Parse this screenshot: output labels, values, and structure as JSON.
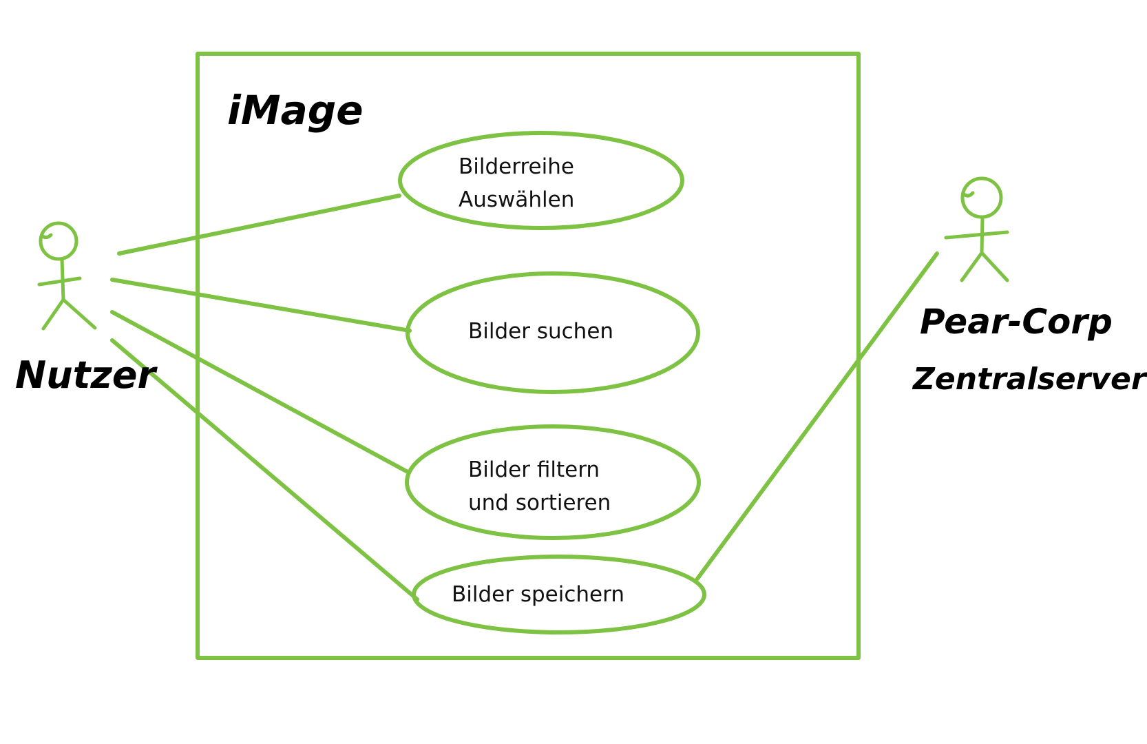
{
  "colors": {
    "line": "#7dc242",
    "text": "#111111",
    "handwriting": "#000000",
    "background": "#ffffff"
  },
  "system": {
    "name": "iMage"
  },
  "actors": {
    "user": {
      "name": "Nutzer"
    },
    "server": {
      "name_line1": "Pear-Corp",
      "name_line2": "Zentralserver"
    }
  },
  "use_cases": [
    {
      "line1": "Bilderreihe",
      "line2": "Auswählen"
    },
    {
      "line1": "Bilder suchen"
    },
    {
      "line1": "Bilder filtern",
      "line2": "und sortieren"
    },
    {
      "line1": "Bilder speichern"
    }
  ]
}
